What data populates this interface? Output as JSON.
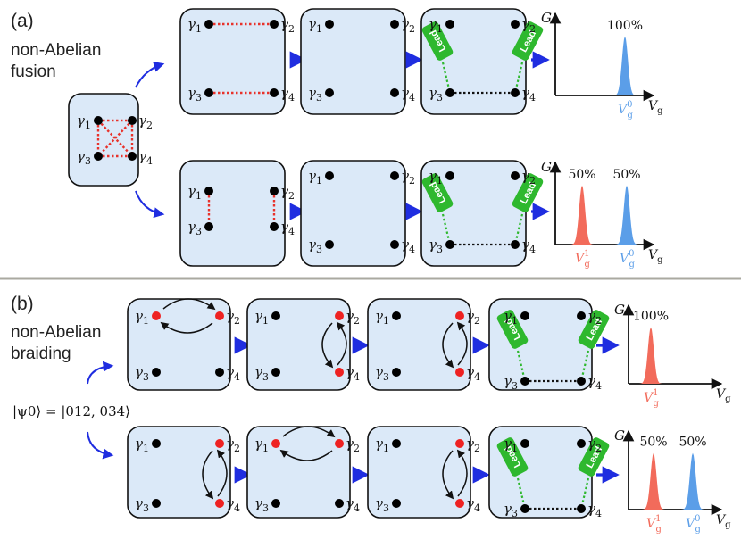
{
  "panels": {
    "a": {
      "label": "(a)",
      "title_lines": [
        "non-Abelian",
        "fusion"
      ]
    },
    "b": {
      "label": "(b)",
      "title_lines": [
        "non-Abelian",
        "braiding"
      ]
    }
  },
  "gamma_labels": [
    "γ1",
    "γ2",
    "γ3",
    "γ4"
  ],
  "gamma_subscripts": [
    "1",
    "2",
    "3",
    "4"
  ],
  "lead_label": "Lead",
  "initial_state": "|ψ0⟩ = |012, 034⟩",
  "axis": {
    "y_label": "G",
    "x_label": "Vg"
  },
  "peaks": {
    "a_top": [
      {
        "label": "V",
        "sup": "0",
        "sub": "g",
        "percent": "100%",
        "color": "#5b9ee8"
      }
    ],
    "a_bottom": [
      {
        "label": "V",
        "sup": "1",
        "sub": "g",
        "percent": "50%",
        "color": "#f26b5b"
      },
      {
        "label": "V",
        "sup": "0",
        "sub": "g",
        "percent": "50%",
        "color": "#5b9ee8"
      }
    ],
    "b_top": [
      {
        "label": "V",
        "sup": "1",
        "sub": "g",
        "percent": "100%",
        "color": "#f26b5b"
      }
    ],
    "b_bottom": [
      {
        "label": "V",
        "sup": "1",
        "sub": "g",
        "percent": "50%",
        "color": "#f26b5b"
      },
      {
        "label": "V",
        "sup": "0",
        "sub": "g",
        "percent": "50%",
        "color": "#5b9ee8"
      }
    ]
  },
  "colors": {
    "box_fill": "#dbe9f8",
    "pair_dotted": "#e8322b",
    "lead_green": "#2eb82e",
    "arrow_blue": "#1f2de0",
    "majorana_red": "#ee2222",
    "divider": "#aaa9a0"
  }
}
